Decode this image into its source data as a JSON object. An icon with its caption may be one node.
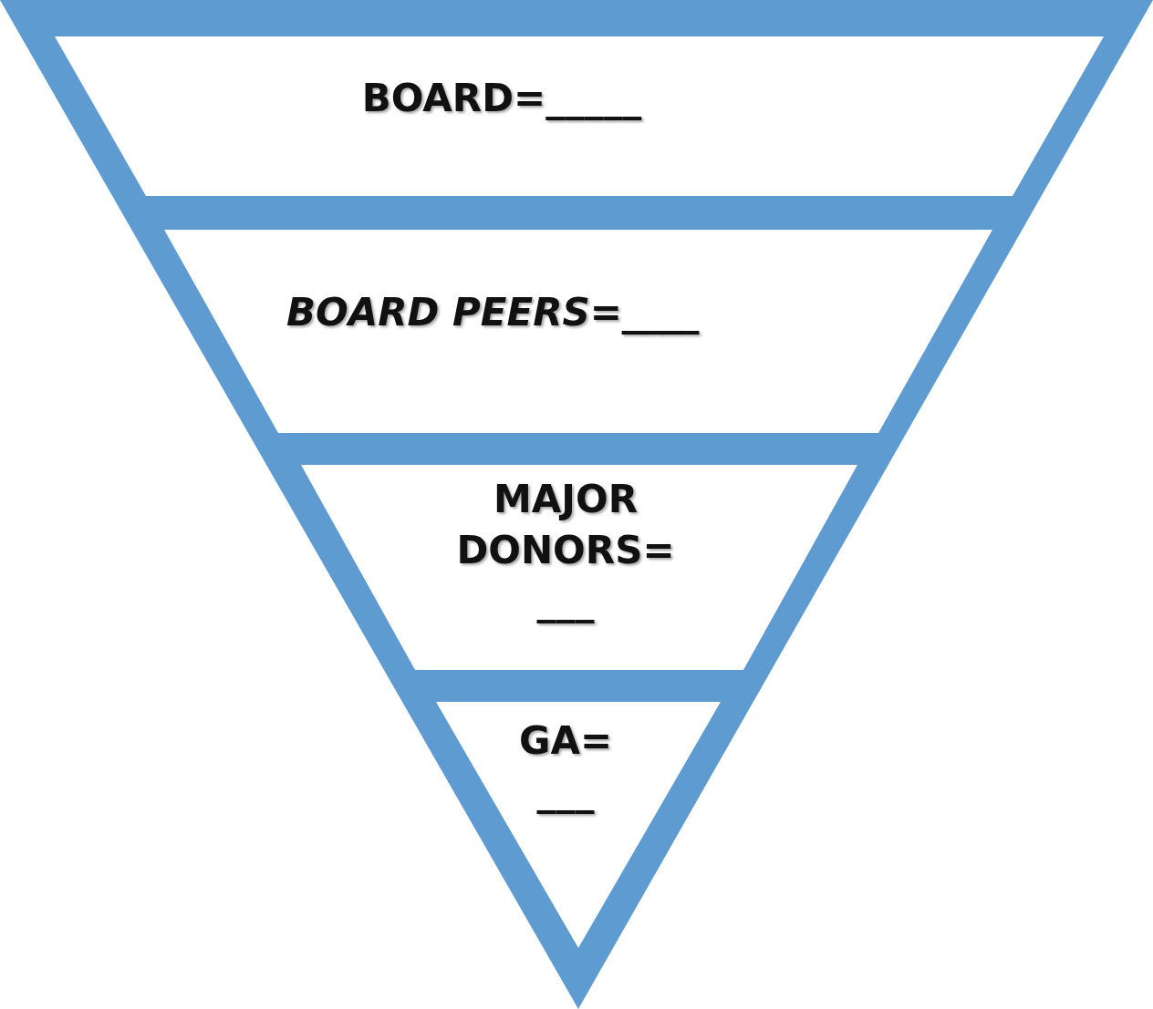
{
  "diagram": {
    "nodes": [
      {
        "text": [
          "BOARD=_____"
        ]
      },
      {
        "text": [
          "BOARD PEERS=____"
        ]
      },
      {
        "text": [
          "MAJOR DONORS= ___"
        ]
      },
      {
        "text": [
          "GA= ___"
        ]
      }
    ]
  }
}
